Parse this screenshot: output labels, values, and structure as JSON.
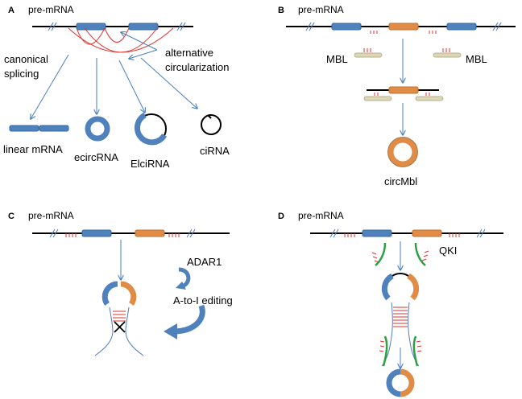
{
  "panels": {
    "A": {
      "letter": "A",
      "pre_label": "pre-mRNA",
      "labels": {
        "canonical": [
          "canonical",
          "splicing"
        ],
        "alternative": [
          "alternative",
          "circularization"
        ],
        "linear": "linear mRNA",
        "ecirc": "ecircRNA",
        "elci": "ElciRNA",
        "ci": "ciRNA"
      }
    },
    "B": {
      "letter": "B",
      "pre_label": "pre-mRNA",
      "labels": {
        "mbl_left": "MBL",
        "mbl_right": "MBL",
        "product": "circMbl"
      }
    },
    "C": {
      "letter": "C",
      "pre_label": "pre-mRNA",
      "labels": {
        "adar": "ADAR1",
        "editing": "A-to-I editing"
      }
    },
    "D": {
      "letter": "D",
      "pre_label": "pre-mRNA",
      "labels": {
        "qki": "QKI"
      }
    }
  },
  "colors": {
    "exon_blue": "#4f81bd",
    "exon_orange": "#e08b46",
    "arrow": "#4a7fc1",
    "red_arc": "#e0322e",
    "qki_green": "#2ea043",
    "mbl_beige": "#ddd6b8"
  }
}
